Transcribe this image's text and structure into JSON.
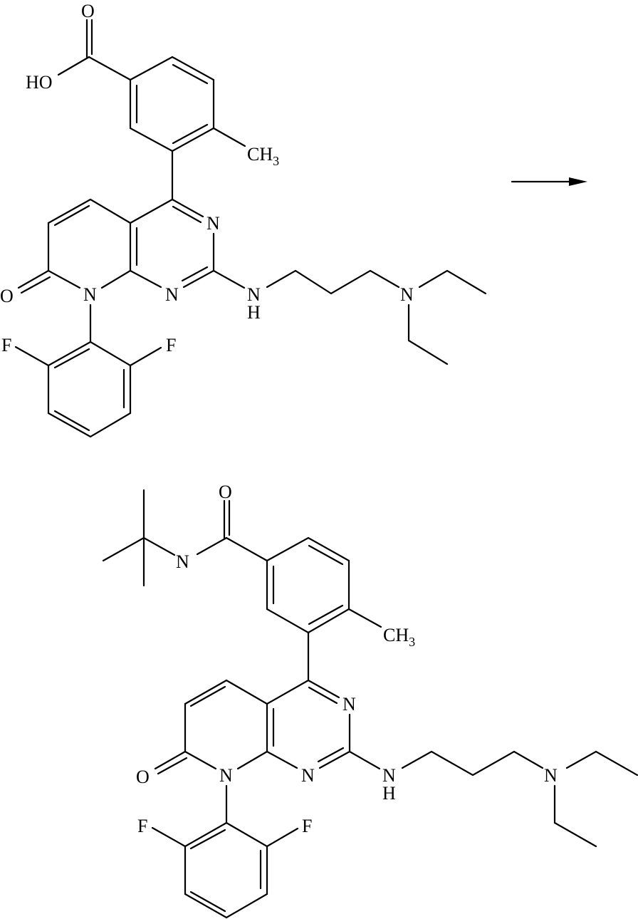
{
  "diagram": {
    "type": "chemical-reaction-scheme",
    "line_color": "#000000",
    "background": "#ffffff",
    "reactant": {
      "name": "3-[8-(2,6-difluorophenyl)-2-(3-diethylaminopropylamino)-7-oxo-7,8-dihydropyrido[2,3-d]pyrimidin-4-yl]-4-methylbenzoic acid",
      "labels": {
        "carbonyl_o": "O",
        "hydroxyl": "HO",
        "methyl_c": "CH",
        "methyl_sub": "3",
        "n3": "N",
        "n1": "N",
        "n8": "N",
        "lactam_o": "O",
        "amine_n": "N",
        "amine_h": "H",
        "diethyl_n": "N",
        "f_left": "F",
        "f_right": "F"
      }
    },
    "arrow": {
      "direction": "right"
    },
    "product": {
      "name": "N-tert-butyl-3-[8-(2,6-difluorophenyl)-2-(3-diethylaminopropylamino)-7-oxo-7,8-dihydropyrido[2,3-d]pyrimidin-4-yl]-4-methylbenzamide",
      "labels": {
        "carbonyl_o": "O",
        "amide_n": "N",
        "methyl_c": "CH",
        "methyl_sub": "3",
        "n3": "N",
        "n1": "N",
        "n8": "N",
        "lactam_o": "O",
        "amine_n": "N",
        "amine_h": "H",
        "diethyl_n": "N",
        "f_left": "F",
        "f_right": "F"
      }
    }
  }
}
